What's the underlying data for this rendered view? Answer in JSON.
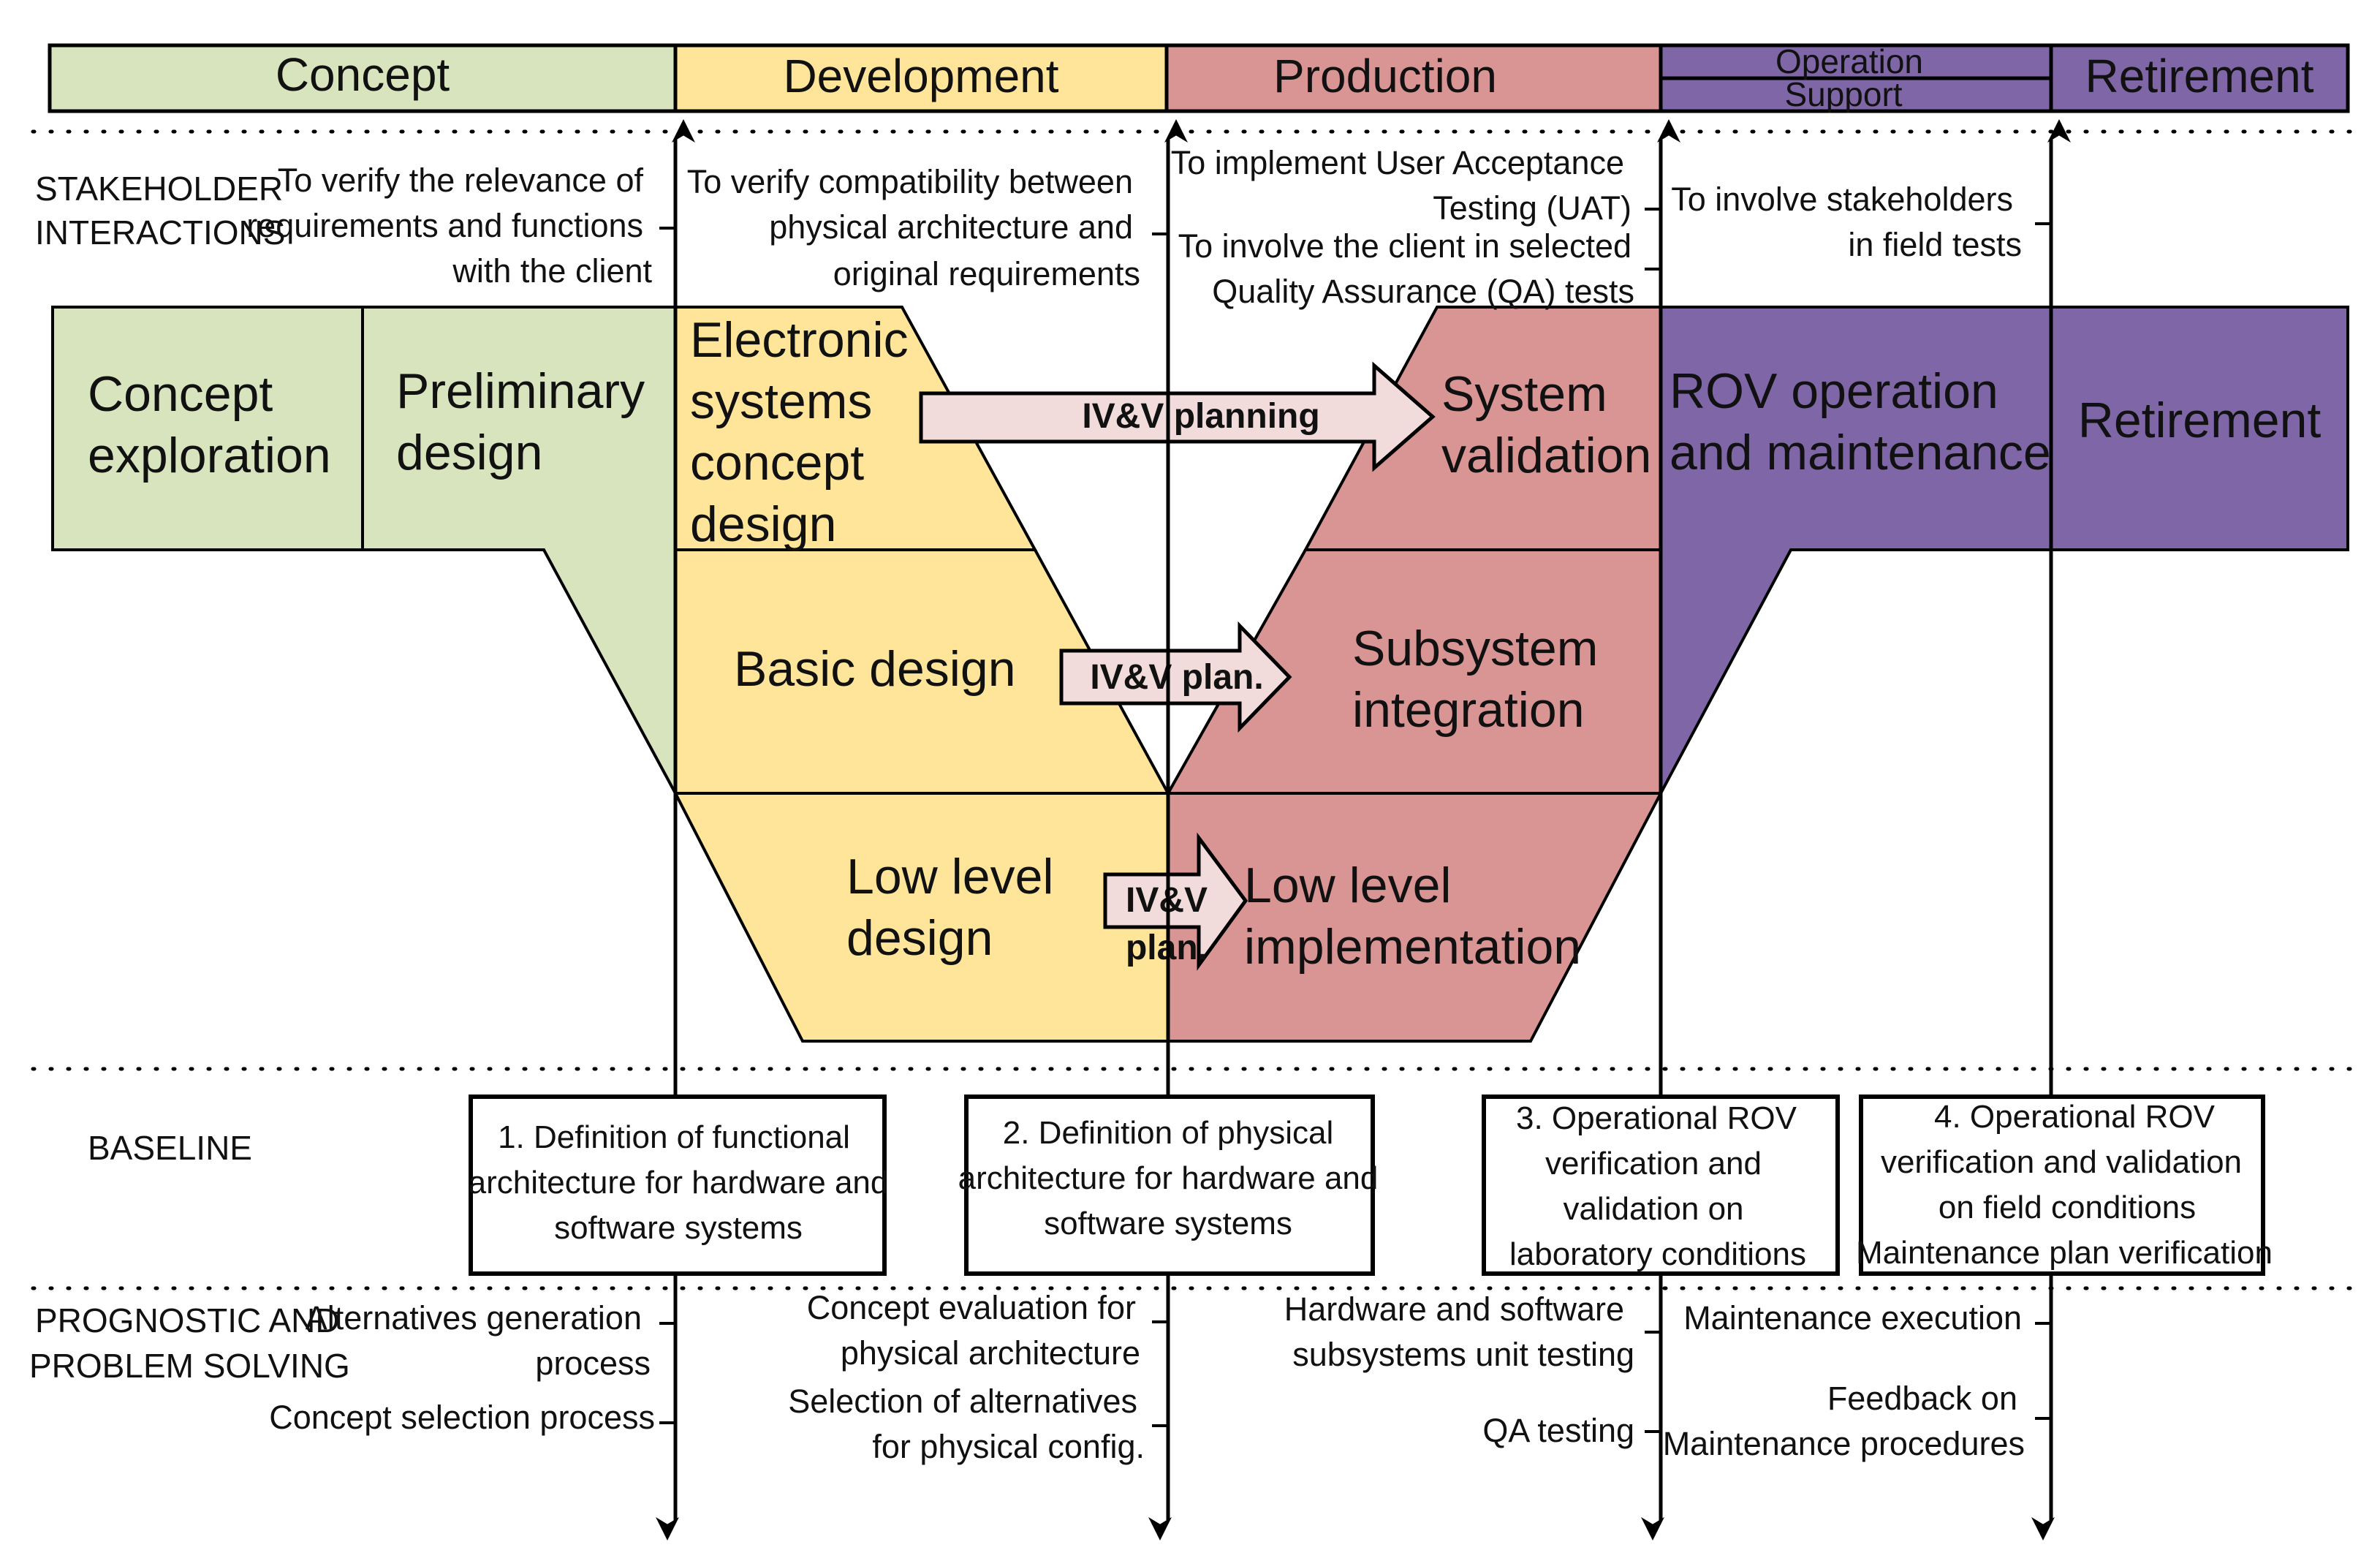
{
  "colors": {
    "concept": "#d7e4bd",
    "development": "#ffe599",
    "production": "#d99594",
    "operation": "#7f66a6",
    "arrow_fill": "#f2dcdb",
    "line": "#000000"
  },
  "header": {
    "concept": "Concept",
    "development": "Development",
    "production": "Production",
    "operation": "Operation",
    "support": "Support",
    "retirement": "Retirement"
  },
  "sections": {
    "stakeholder_1": "STAKEHOLDER",
    "stakeholder_2": "INTERACTIONS",
    "baseline": "BASELINE",
    "prognostic_1": "PROGNOSTIC AND",
    "prognostic_2": "PROBLEM SOLVING"
  },
  "stakeholder_notes": {
    "a1": "To verify the relevance of",
    "a2": "requirements and functions",
    "a3": "with the client",
    "b1": "To verify compatibility between",
    "b2": "physical architecture and",
    "b3": "original requirements",
    "c1": "To implement User Acceptance",
    "c2": "Testing (UAT)",
    "c3": "To involve the client in selected",
    "c4": "Quality Assurance (QA) tests",
    "d1": "To involve stakeholders",
    "d2": "in field tests"
  },
  "stages": {
    "concept_exploration_1": "Concept",
    "concept_exploration_2": "exploration",
    "preliminary_1": "Preliminary",
    "preliminary_2": "design",
    "electronic_1": "Electronic",
    "electronic_2": "systems",
    "electronic_3": "concept",
    "electronic_4": "design",
    "basic": "Basic design",
    "low_design_1": "Low level",
    "low_design_2": "design",
    "system_val_1": "System",
    "system_val_2": "validation",
    "subsystem_1": "Subsystem",
    "subsystem_2": "integration",
    "low_impl_1": "Low level",
    "low_impl_2": "implementation",
    "rov_1": "ROV operation",
    "rov_2": "and maintenance",
    "retirement": "Retirement"
  },
  "ivv": {
    "planning": "IV&V planning",
    "plan": "IV&V plan.",
    "small_1": "IV&V",
    "small_2": "plan."
  },
  "baselines": {
    "b1_1": "1. Definition of functional",
    "b1_2": "architecture for hardware and",
    "b1_3": "software systems",
    "b2_1": "2. Definition of physical",
    "b2_2": "architecture for hardware and",
    "b2_3": "software systems",
    "b3_1": "3. Operational ROV",
    "b3_2": "verification and",
    "b3_3": "validation on",
    "b3_4": "laboratory conditions",
    "b4_1": "4. Operational ROV",
    "b4_2": "verification and validation",
    "b4_3": "on field conditions",
    "b4_4": "Maintenance plan verification"
  },
  "prognostic_notes": {
    "a1": "Alternatives generation",
    "a2": "process",
    "a3": "Concept selection process",
    "b1": "Concept evaluation for",
    "b2": "physical architecture",
    "b3": "Selection of alternatives",
    "b4": "for physical config.",
    "c1": "Hardware and software",
    "c2": "subsystems unit testing",
    "c3": "QA testing",
    "d1": "Maintenance execution",
    "d2": "Feedback on",
    "d3": "Maintenance procedures"
  }
}
